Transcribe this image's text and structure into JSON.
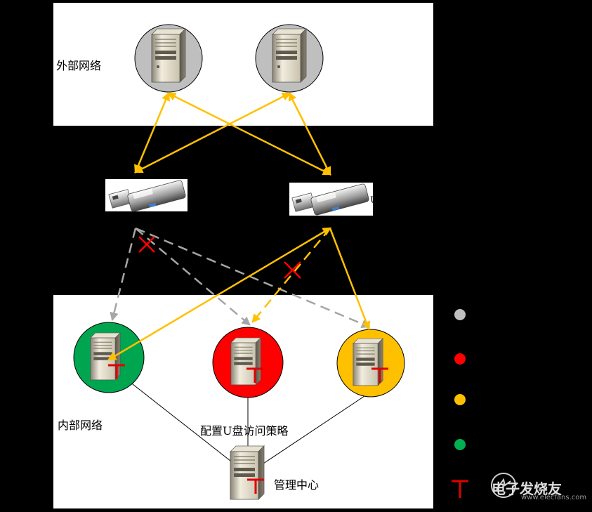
{
  "labels": {
    "external_network": "外部网络",
    "internal_network": "内部网络",
    "policy": "配置U盘访问策略",
    "management_center": "管理中心",
    "usb_letter": "U"
  },
  "legend": [
    {
      "kind": "dot",
      "color": "#bfbfbf",
      "icon": "gray-dot-icon"
    },
    {
      "kind": "dot",
      "color": "#ff0000",
      "icon": "red-dot-icon"
    },
    {
      "kind": "dot",
      "color": "#ffc000",
      "icon": "yellow-dot-icon"
    },
    {
      "kind": "dot",
      "color": "#00b050",
      "icon": "green-dot-icon"
    },
    {
      "kind": "agent",
      "color": "#e00000",
      "icon": "agent-t-icon"
    }
  ],
  "colors": {
    "external_node": "#bfbfbf",
    "internal_green": "#00a550",
    "internal_red": "#ff0000",
    "internal_yellow": "#ffc000",
    "allowed_arrow": "#ffc000",
    "blocked_arrow": "#a6a6a6",
    "deny_mark": "#ff0000",
    "agent_mark": "#e00000"
  },
  "watermark": {
    "brand": "电子发烧友",
    "url": "www.elecfans.com"
  }
}
